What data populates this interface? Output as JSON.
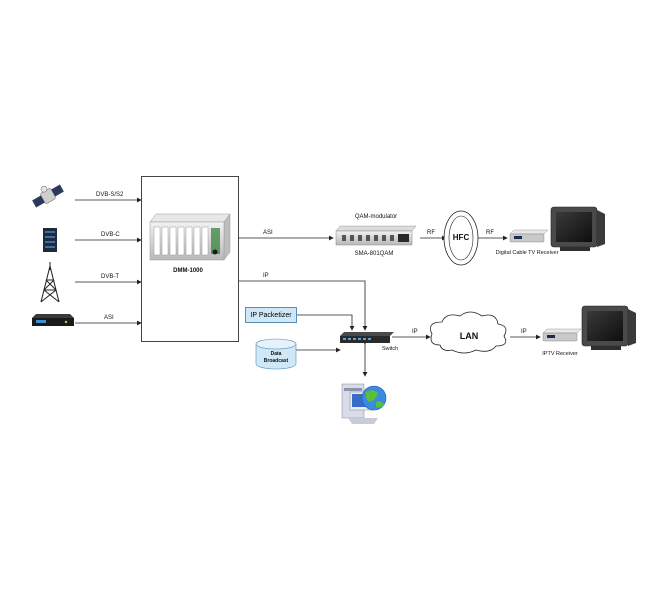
{
  "labels": {
    "dvb_s": "DVB-S/S2",
    "dvb_c": "DVB-C",
    "dvb_t": "DVB-T",
    "asi_in": "ASI",
    "dmm": "DMM-1000",
    "asi_out": "ASI",
    "ip_out": "IP",
    "qam_title": "QAM-modulator",
    "qam_model": "SMA-801QAM",
    "rf1": "RF",
    "hfc": "HFC",
    "rf2": "RF",
    "cable_receiver": "Digital Cable TV Receiver",
    "ip_packetizer": "IP Packetizer",
    "data_broadcast": "Data Broadcast",
    "switch": "Switch",
    "ip_to_lan": "IP",
    "lan": "LAN",
    "ip_to_iptv": "IP",
    "iptv_receiver": "IPTV Receiver"
  },
  "icons": {
    "satellite": "satellite-icon",
    "server_rack": "server-rack-icon",
    "antenna_tower": "antenna-tower-icon",
    "rack_unit": "rack-unit-icon",
    "dmm_chassis": "dmm-chassis-icon",
    "qam_modulator": "qam-modulator-icon",
    "settop_box": "settop-box-icon",
    "tv": "tv-icon",
    "switch": "network-switch-icon",
    "database": "database-icon",
    "computer": "computer-globe-icon"
  }
}
